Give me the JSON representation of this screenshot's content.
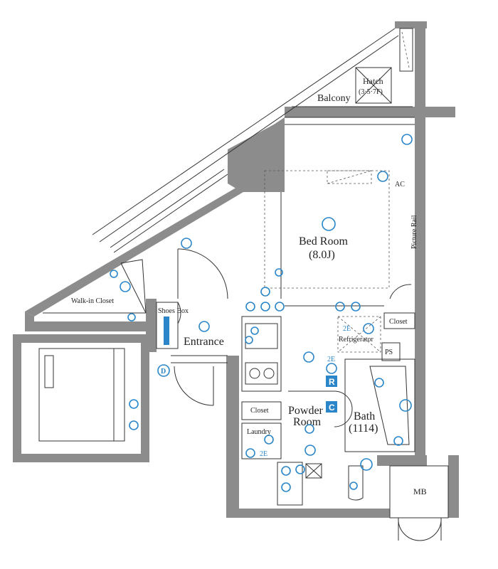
{
  "rooms": {
    "balcony": "Balcony",
    "hatch_line1": "Hatch",
    "hatch_line2": "(3·5·7F)",
    "bedroom_name": "Bed Room",
    "bedroom_size": "(8.0J)",
    "picture_rail": "Picture Rail",
    "ac": "AC",
    "walk_in_closet": "Walk-in Closet",
    "shoes_box": "Shoes Box",
    "entrance": "Entrance",
    "closet_right": "Closet",
    "refrigerator": "Refrigerator",
    "ps": "PS",
    "powder_line1": "Powder",
    "powder_line2": "Room",
    "bath_line1": "Bath",
    "bath_line2": "(1114)",
    "closet_left": "Closet",
    "laundry": "Laundry",
    "mb": "MB"
  },
  "symbols": {
    "d": "D",
    "r": "R",
    "c": "C",
    "two_e_1": "2E",
    "two_e_2": "2E",
    "two_e_3": "2E"
  },
  "colors": {
    "wall": "#8c8c8c",
    "fixture_blue": "#2a86c8",
    "line": "#333333"
  }
}
